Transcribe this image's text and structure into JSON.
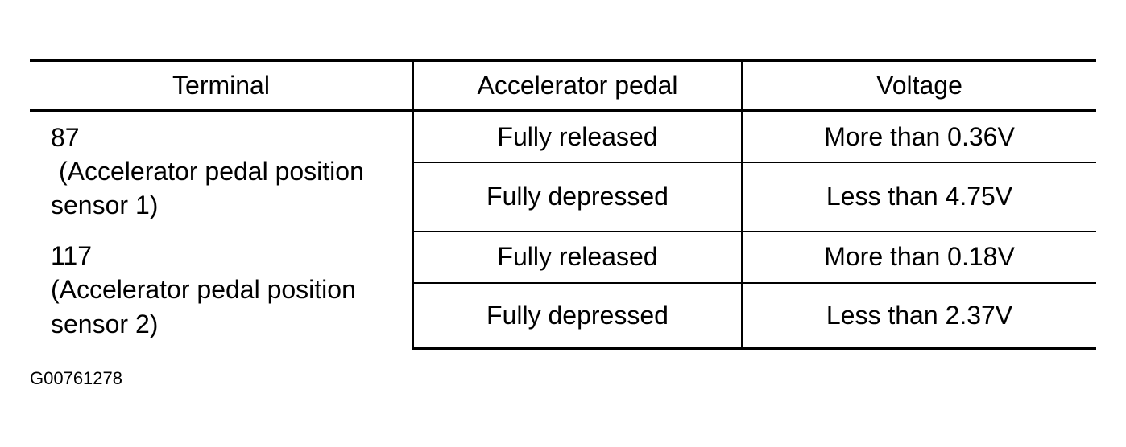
{
  "table": {
    "headers": {
      "terminal": "Terminal",
      "pedal": "Accelerator pedal",
      "voltage": "Voltage"
    },
    "groups": [
      {
        "terminal_number": "87",
        "terminal_desc_line1": "(Accelerator pedal position",
        "terminal_desc_line2": "sensor 1)",
        "rows": [
          {
            "pedal": "Fully released",
            "voltage": "More than 0.36V"
          },
          {
            "pedal": "Fully depressed",
            "voltage": "Less than 4.75V"
          }
        ]
      },
      {
        "terminal_number": "117",
        "terminal_desc_line1": "(Accelerator pedal position",
        "terminal_desc_line2": "sensor 2)",
        "rows": [
          {
            "pedal": "Fully released",
            "voltage": "More than 0.18V"
          },
          {
            "pedal": "Fully depressed",
            "voltage": "Less than 2.37V"
          }
        ]
      }
    ]
  },
  "figure_code": "G00761278"
}
